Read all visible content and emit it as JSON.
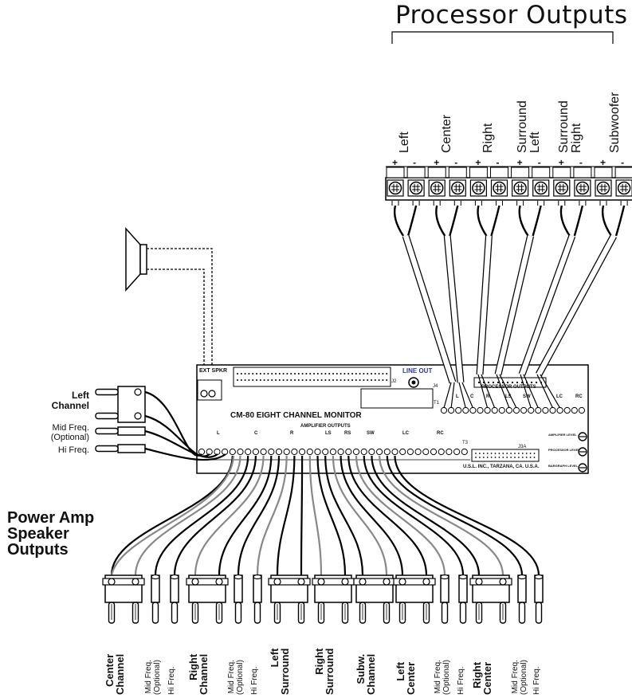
{
  "title": "Processor Outputs",
  "processor_output_labels": [
    {
      "text": "Left",
      "lines": [
        "Left"
      ]
    },
    {
      "text": "Center",
      "lines": [
        "Center"
      ]
    },
    {
      "text": "Right",
      "lines": [
        "Right"
      ]
    },
    {
      "text": "Surround Left",
      "lines": [
        "Surround",
        "Left"
      ]
    },
    {
      "text": "Surround Right",
      "lines": [
        "Surround",
        "Right"
      ]
    },
    {
      "text": "Subwoofer",
      "lines": [
        "Subwoofer"
      ]
    }
  ],
  "polarity": [
    "+",
    "-",
    "+",
    "-",
    "+",
    "-",
    "+",
    "-",
    "+",
    "-",
    "+",
    "-"
  ],
  "left_side_labels": {
    "left_channel": "Left\nChannel",
    "mid_freq": "Mid Freq.\n(Optional)",
    "hi_freq": "Hi Freq."
  },
  "power_amp_title": "Power Amp\nSpeaker\nOutputs",
  "board": {
    "model": "CM-80 EIGHT CHANNEL MONITOR",
    "ext_spkr": "EXT SPKR",
    "line_out": "LINE OUT",
    "amplifier_outputs": "AMPLIFIER OUTPUTS",
    "processor_outputs": "PROCESSOR OUTPUTS",
    "j2": "J2",
    "j3a": "J3A",
    "j4": "J4",
    "t1": "T1",
    "t3": "T3",
    "maker": "U.S.L. INC., TARZANA, CA. U.S.A.",
    "amp_groups": [
      "L",
      "C",
      "R",
      "LS",
      "RS",
      "SW",
      "LC",
      "RC"
    ],
    "proc_groups": [
      "L",
      "C",
      "R",
      "LS",
      "SW",
      "LC",
      "RC"
    ],
    "knobs": [
      "AMPLIFIER LEVEL",
      "PROCESSOR LEVEL",
      "BARGRAPH LEVEL"
    ]
  },
  "bottom_labels": [
    {
      "text": "Center\nChannel",
      "style": "bold"
    },
    {
      "text": "Mid Freq.\n(Optional)",
      "style": "small"
    },
    {
      "text": "Hi Freq.",
      "style": "small"
    },
    {
      "text": "Right\nChannel",
      "style": "bold"
    },
    {
      "text": "Mid Freq.\n(Optional)",
      "style": "small"
    },
    {
      "text": "Hi Freq.",
      "style": "small"
    },
    {
      "text": "Left\nSurround",
      "style": "bold"
    },
    {
      "text": "Right\nSurround",
      "style": "bold"
    },
    {
      "text": "Subw.\nChannel",
      "style": "bold"
    },
    {
      "text": "Left\nCenter",
      "style": "bold"
    },
    {
      "text": "Mid Freq.\n(Optional)",
      "style": "small"
    },
    {
      "text": "Hi Freq.",
      "style": "small"
    },
    {
      "text": "Right\nCenter",
      "style": "bold"
    },
    {
      "text": "Mid Freq.\n(Optional)",
      "style": "small"
    },
    {
      "text": "Hi Freq.",
      "style": "small"
    }
  ]
}
